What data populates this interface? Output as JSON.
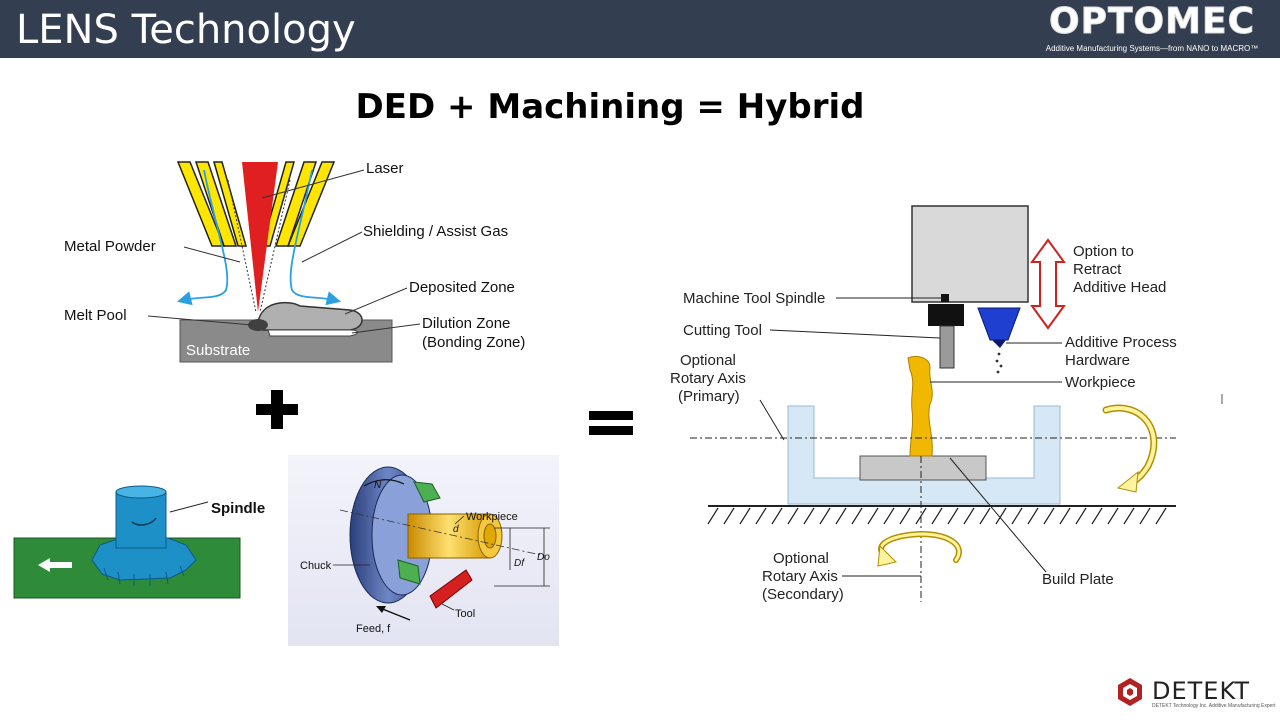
{
  "header": {
    "title": "LENS Technology",
    "logo_text": "OPTOMEC",
    "logo_tagline": "Additive Manufacturing Systems—from NANO to MACRO™"
  },
  "subtitle": "DED + Machining = Hybrid",
  "ded_diagram": {
    "laser": "Laser",
    "metal_powder": "Metal Powder",
    "shielding_gas": "Shielding / Assist Gas",
    "deposited_zone": "Deposited Zone",
    "melt_pool": "Melt Pool",
    "dilution_zone_1": "Dilution Zone",
    "dilution_zone_2": "(Bonding Zone)",
    "substrate": "Substrate"
  },
  "milling_diagram": {
    "spindle": "Spindle"
  },
  "lathe_diagram": {
    "workpiece": "Workpiece",
    "chuck": "Chuck",
    "tool": "Tool",
    "feed": "Feed, f",
    "n": "N",
    "d": "d",
    "df": "Df",
    "do": "Do"
  },
  "hybrid_diagram": {
    "option_retract_1": "Option to",
    "option_retract_2": "Retract",
    "option_retract_3": "Additive Head",
    "machine_tool_spindle": "Machine Tool Spindle",
    "cutting_tool": "Cutting Tool",
    "additive_process_1": "Additive Process",
    "additive_process_2": "Hardware",
    "optional_rotary_primary_1": "Optional",
    "optional_rotary_primary_2": "Rotary Axis",
    "optional_rotary_primary_3": "(Primary)",
    "workpiece": "Workpiece",
    "optional_rotary_secondary_1": "Optional",
    "optional_rotary_secondary_2": "Rotary Axis",
    "optional_rotary_secondary_3": "(Secondary)",
    "build_plate": "Build Plate"
  },
  "footer": {
    "logo_text": "DETEKT",
    "tagline": "DETEKT Technology Inc. Additive Manufacturing Expert"
  },
  "colors": {
    "header_bg": "#333f50",
    "laser_red": "#e02020",
    "nozzle_yellow": "#ffe600",
    "gas_blue": "#2aa0e0",
    "substrate_gray": "#8a8a8a",
    "workpiece_gold": "#f0b800",
    "fixture_blue": "#d6e8f5",
    "arrow_red": "#cc2222",
    "additive_head_blue": "#1f3fd0",
    "milling_cutter": "#1e90c8",
    "milling_plate": "#2e8b3a"
  }
}
